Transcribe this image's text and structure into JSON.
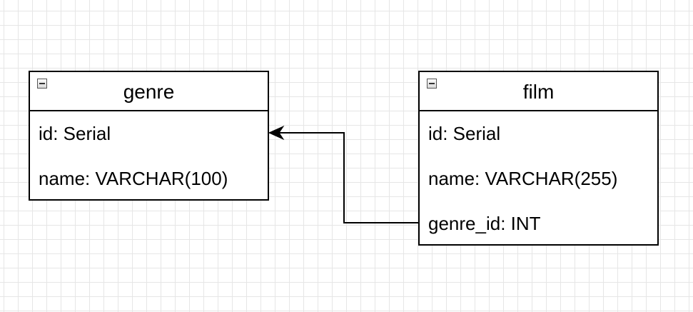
{
  "entities": {
    "genre": {
      "title": "genre",
      "attributes": [
        "id: Serial",
        "name: VARCHAR(100)"
      ]
    },
    "film": {
      "title": "film",
      "attributes": [
        "id: Serial",
        "name: VARCHAR(255)",
        "genre_id: INT"
      ]
    }
  },
  "relationships": [
    {
      "from": "film.genre_id",
      "to": "genre.id",
      "arrow": "arrow-at-genre"
    }
  ],
  "colors": {
    "line": "#000000",
    "grid": "#e6e6e6",
    "background": "#ffffff"
  }
}
